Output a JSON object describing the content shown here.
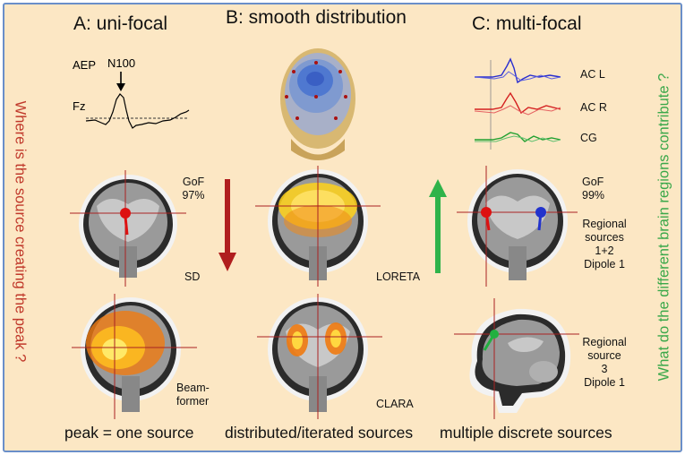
{
  "figure": {
    "title_a": "A: uni-focal",
    "title_b": "B: smooth distribution",
    "title_c": "C: multi-focal",
    "left_question": "Where is the source creating the peak ?",
    "right_question": "What do the different brain regions contribute ?",
    "caption_a": "peak = one source",
    "caption_b": "distributed/iterated sources",
    "caption_c": "multiple discrete sources"
  },
  "waveform": {
    "aep_label": "AEP",
    "peak_label": "N100",
    "channel_label": "Fz"
  },
  "channels": {
    "ac_l": "AC L",
    "ac_r": "AC R",
    "cg": "CG"
  },
  "panel_labels": {
    "gof_a_1": "GoF",
    "gof_a_2": "97%",
    "sd": "SD",
    "loreta": "LORETA",
    "beamformer_1": "Beam-",
    "beamformer_2": "former",
    "clara": "CLARA",
    "gof_c_1": "GoF",
    "gof_c_2": "99%",
    "regional_1": "Regional",
    "regional_2": "sources",
    "regional_3": "1+2",
    "regional_4": "Dipole 1",
    "regional_5": "Regional",
    "regional_6": "source",
    "regional_7": "3",
    "regional_8": "Dipole 1"
  },
  "colors": {
    "frame_bg": "#fce7c4",
    "frame_border": "#6a8fc9",
    "question_left": "#c0392b",
    "question_right": "#3aa84a",
    "arrow_down": "#b01e1e",
    "arrow_up": "#2fb34a",
    "trace_left": "#2a2fd0",
    "trace_right": "#d42020",
    "trace_cg": "#20a030"
  }
}
